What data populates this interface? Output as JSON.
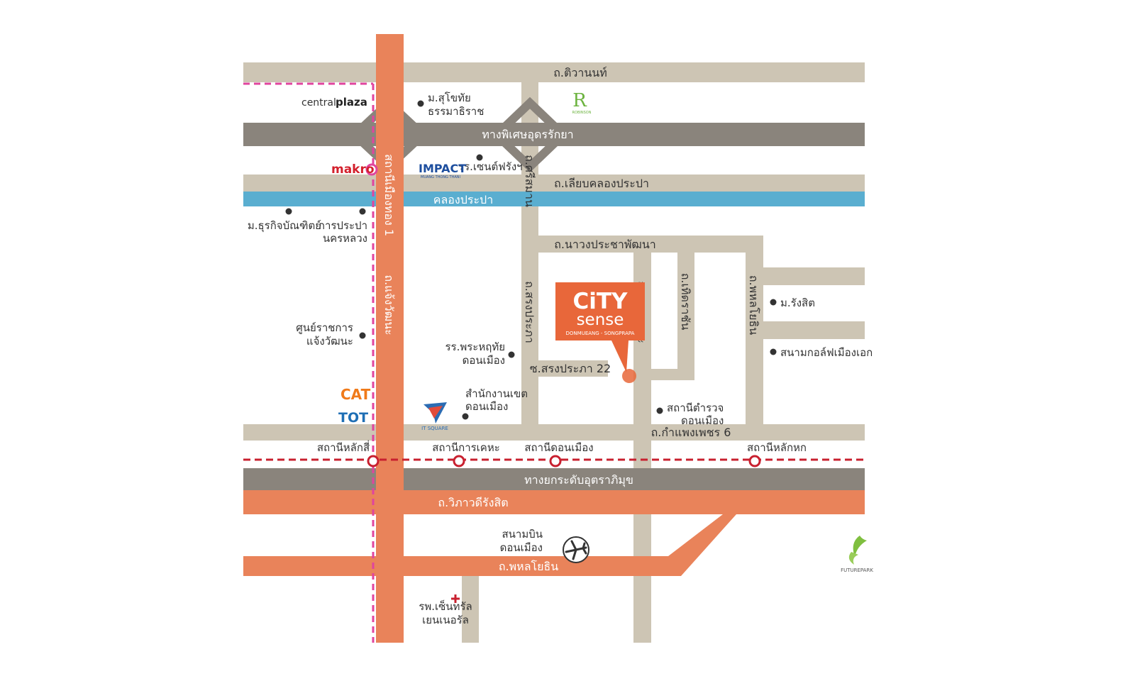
{
  "colors": {
    "minor_road": "#cdc5b4",
    "expressway": "#8a847c",
    "main_road": "#e9835a",
    "canal": "#5aaed0",
    "rail_red": "#c8202f",
    "rail_pink": "#e0449e",
    "brand_orange": "#e8673a",
    "dot": "#333333"
  },
  "roads": {
    "tiwanon": "ถ.ติวานนท์",
    "udon_expressway": "ทางพิเศษอุดรรักยา",
    "liap_khlong": "ถ.เลียบคลองประปา",
    "canal": "คลองประปา",
    "nawong": "ถ.นาวงประชาพัฒนา",
    "sri_samarn": "ถ.ศรีสมาน",
    "songprapa": "ถ.สรงประภา",
    "dechatungka": "ถ.เดชะตุงคะ",
    "thet_raja": "ถ.เทิดราชัน",
    "chang_wattana": "ถ.แจ้งวัฒนะ",
    "muang_thong": "สถานีเมืองทอง 1",
    "soi_songprapa": "ซ.สรงประภา 22",
    "kamphaeng_phet": "ถ.กำแพงเพชร 6",
    "phahon_right": "ถ.พหลโยธิน",
    "tollway": "ทางยกระดับอุตราภิมุข",
    "vibhavadi": "ถ.วิภาวดีรังสิต",
    "phahonyothin": "ถ.พหลโยธิน"
  },
  "stations": {
    "lak_si": "สถานีหลักสี่",
    "kan_kheha": "สถานีการเคหะ",
    "don_mueang": "สถานีดอนเมือง",
    "lak_hok": "สถานีหลักหก"
  },
  "places": {
    "sukhothai_1": "ม.สุโขทัย",
    "sukhothai_2": "ธรรมาธิราช",
    "st_francis": "รร.เซนต์ฟรังฯ",
    "dhurakij": "ม.ธุรกิจบัณฑิตย์",
    "mwa_1": "การประปา",
    "mwa_2": "นครหลวง",
    "gov_center_1": "ศูนย์ราชการ",
    "gov_center_2": "แจ้งวัฒนะ",
    "school_1": "รร.พระหฤทัย",
    "school_2": "ดอนเมือง",
    "district_1": "สำนักงานเขต",
    "district_2": "ดอนเมือง",
    "police_1": "สถานีตำรวจ",
    "police_2": "ดอนเมือง",
    "rangsit_uni": "ม.รังสิต",
    "golf": "สนามกอล์ฟเมืองเอก",
    "airport_1": "สนามบิน",
    "airport_2": "ดอนเมือง",
    "hospital_1": "รพ.เซ็นทรัล",
    "hospital_2": "เยนเนอรัล"
  },
  "brands": {
    "central_a": "central",
    "central_b": "plaza",
    "makro": "makro",
    "impact": "IMPACT",
    "impact_sub": "MUANG THONG THANI",
    "robinson": "R",
    "robinson_sub": "ROBINSON",
    "cat": "CAT",
    "tot": "TOT",
    "itsquare": "IT SQUARE",
    "futurepark": "FUTUREPARK"
  },
  "project": {
    "name_top": "CiTY",
    "name_bottom": "sense",
    "tagline": "DONMUEANG - SONGPRAPA"
  },
  "icons": {
    "airport": "airplane-icon",
    "hospital": "red-cross-icon",
    "station": "station-ring-icon",
    "poi": "dot-icon"
  }
}
